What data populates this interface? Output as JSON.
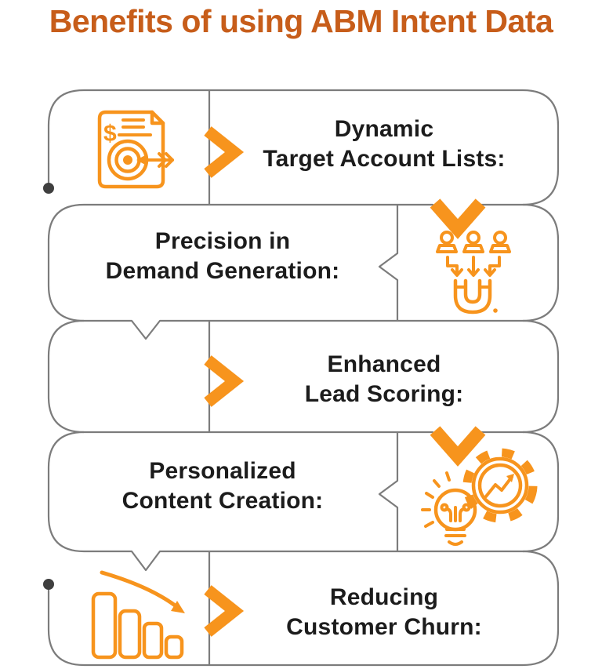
{
  "header": {
    "title": "Benefits of using ABM Intent Data"
  },
  "benefits": [
    {
      "line1": "Dynamic",
      "line2": "Target Account Lists:",
      "icon": "invoice-target-icon",
      "icon_glyph": "$",
      "connector": "chevron-right"
    },
    {
      "line1": "Precision in",
      "line2": "Demand Generation:",
      "icon": "audience-magnet-icon",
      "connector": "notch-left"
    },
    {
      "line1": "Enhanced",
      "line2": "Lead Scoring:",
      "icon": "",
      "connector": "chevron-right"
    },
    {
      "line1": "Personalized",
      "line2": "Content Creation:",
      "icon": "idea-gear-icon",
      "connector": "notch-left"
    },
    {
      "line1": "Reducing",
      "line2": "Customer Churn:",
      "icon": "declining-bar-chart-icon",
      "connector": "chevron-right"
    }
  ],
  "colors": {
    "accent": "#F7941D",
    "title": "#C75D1A",
    "line": "#7C7C7C",
    "text": "#1C1C1C",
    "dot": "#3F3F3F",
    "background": "#FFFFFF"
  }
}
